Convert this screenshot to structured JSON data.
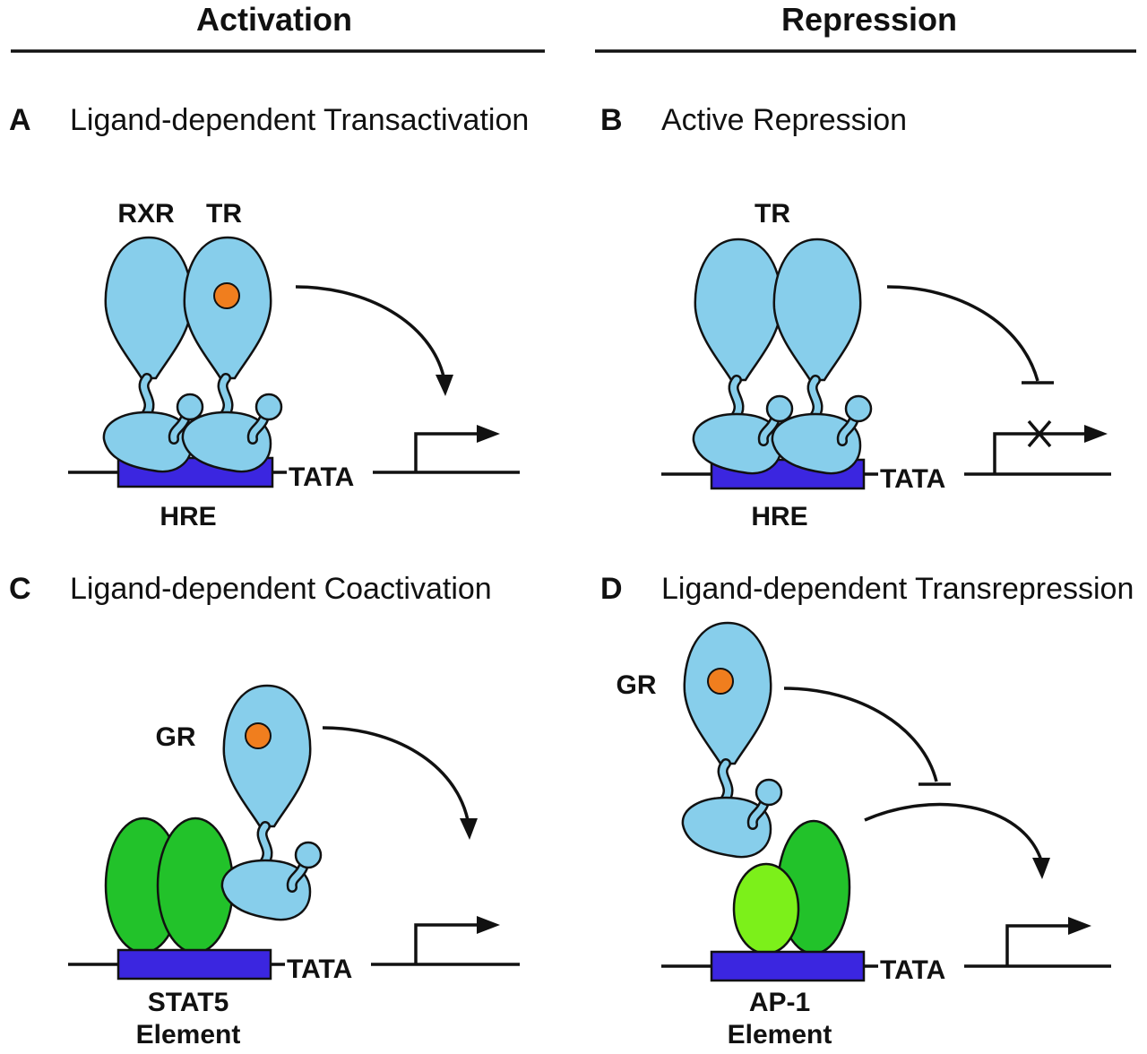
{
  "headers": {
    "activation": "Activation",
    "repression": "Repression"
  },
  "panels": [
    {
      "letter": "A",
      "title": "Ligand-dependent Transactivation",
      "protein_labels": [
        "RXR",
        "TR"
      ],
      "element_label": [
        "HRE"
      ],
      "promoter": "TATA"
    },
    {
      "letter": "B",
      "title": "Active Repression",
      "protein_labels": [
        "TR"
      ],
      "element_label": [
        "HRE"
      ],
      "promoter": "TATA"
    },
    {
      "letter": "C",
      "title": "Ligand-dependent Coactivation",
      "protein_labels": [
        "GR"
      ],
      "element_label": [
        "STAT5",
        "Element"
      ],
      "promoter": "TATA"
    },
    {
      "letter": "D",
      "title": "Ligand-dependent Transrepression",
      "protein_labels": [
        "GR"
      ],
      "element_label": [
        "AP-1",
        "Element"
      ],
      "promoter": "TATA"
    }
  ],
  "colors": {
    "receptor": "#87ceeb",
    "ligand": "#f07e1e",
    "stat5": "#22c22a",
    "ap1_light": "#7cf01a",
    "element": "#3b26e0"
  }
}
